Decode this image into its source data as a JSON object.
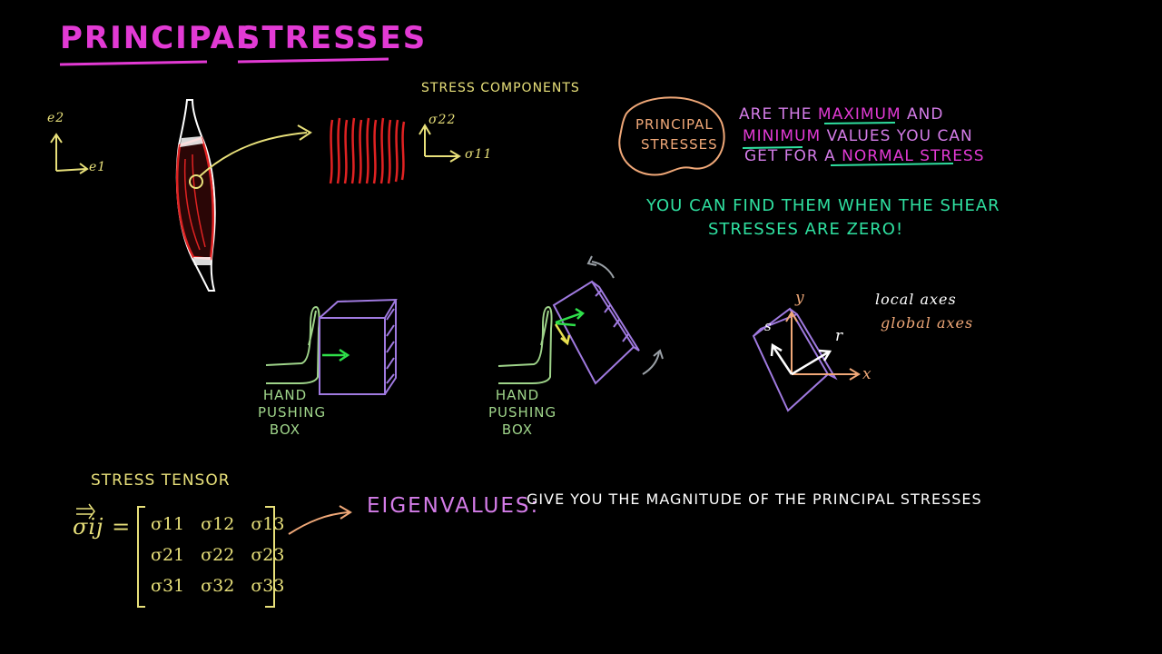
{
  "title": {
    "word1": "PRINCIPAL",
    "word2": "STRESSES"
  },
  "axes_left": {
    "e2": "e2",
    "e1": "e1"
  },
  "stress_components": {
    "heading": "STRESS COMPONENTS",
    "s22": "σ22",
    "s11": "σ11"
  },
  "principal_bubble": {
    "line1": "PRINCIPAL",
    "line2": "STRESSES"
  },
  "definition": {
    "line1_a": "ARE THE ",
    "line1_b": "MAXIMUM",
    "line1_c": " AND",
    "line2_a": "MINIMUM",
    "line2_b": " VALUES YOU CAN",
    "line3_a": "GET FOR A ",
    "line3_b": "NORMAL STRESS"
  },
  "shear_note": {
    "line1": "YOU CAN FIND THEM WHEN THE SHEAR",
    "line2": "STRESSES ARE ZERO!"
  },
  "hand_label_1": {
    "l1": "HAND",
    "l2": "PUSHING",
    "l3": "BOX"
  },
  "hand_label_2": {
    "l1": "HAND",
    "l2": "PUSHING",
    "l3": "BOX"
  },
  "axes_box": {
    "y": "y",
    "x": "x",
    "r": "r",
    "s": "s"
  },
  "axes_legend": {
    "local": "local axes",
    "global": "global axes"
  },
  "tensor": {
    "heading": "STRESS TENSOR",
    "symbol": "σij =",
    "rows": [
      [
        "σ11",
        "σ12",
        "σ13"
      ],
      [
        "σ21",
        "σ22",
        "σ23"
      ],
      [
        "σ31",
        "σ32",
        "σ33"
      ]
    ]
  },
  "eigen": {
    "label": "EIGENVALUES:",
    "text": "GIVE YOU THE MAGNITUDE OF THE PRINCIPAL STRESSES"
  },
  "colors": {
    "title": "#e23ad4",
    "yellow": "#e8e07a",
    "muscle_red": "#e02222",
    "peach": "#f0a878",
    "green": "#2fe0a0",
    "box_purple": "#a07ae0",
    "hand_green": "#9fd48a"
  }
}
